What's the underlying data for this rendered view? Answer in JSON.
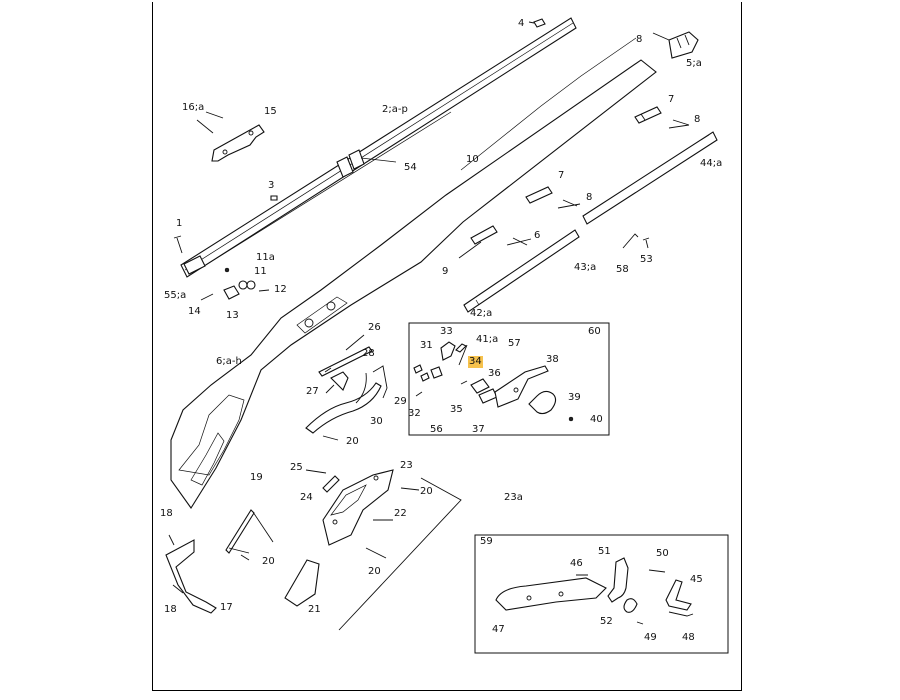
{
  "highlight_color": "#f6c24d",
  "labels": {
    "l4": "4",
    "l8a": "8",
    "l5a": "5;a",
    "l16a": "16;a",
    "l15": "15",
    "l2ap": "2;a-p",
    "l7a": "7",
    "l8b": "8",
    "l44a": "44;a",
    "l10": "10",
    "l54": "54",
    "l3": "3",
    "l7b": "7",
    "l8c": "8",
    "l1": "1",
    "l6": "6",
    "l11a": "11a",
    "l11": "11",
    "l9": "9",
    "l43a": "43;a",
    "l58": "58",
    "l53": "53",
    "l55a": "55;a",
    "l12": "12",
    "l14": "14",
    "l13": "13",
    "l42a": "42;a",
    "l26": "26",
    "l33": "33",
    "l41a": "41;a",
    "l57": "57",
    "l60": "60",
    "l31": "31",
    "l28": "28",
    "l6ah": "6;a-h",
    "l34": "34",
    "l36": "36",
    "l38": "38",
    "l27": "27",
    "l29": "29",
    "l32": "32",
    "l35": "35",
    "l39": "39",
    "l30": "30",
    "l56": "56",
    "l37": "37",
    "l40": "40",
    "l20a": "20",
    "l25": "25",
    "l23": "23",
    "l24": "24",
    "l20b": "20",
    "l19": "19",
    "l23a": "23a",
    "l22": "22",
    "l18a": "18",
    "l20c": "20",
    "l20d": "20",
    "l59": "59",
    "l51": "51",
    "l50": "50",
    "l46": "46",
    "l45": "45",
    "l18b": "18",
    "l17": "17",
    "l21": "21",
    "l47": "47",
    "l52": "52",
    "l49": "49",
    "l48": "48"
  }
}
